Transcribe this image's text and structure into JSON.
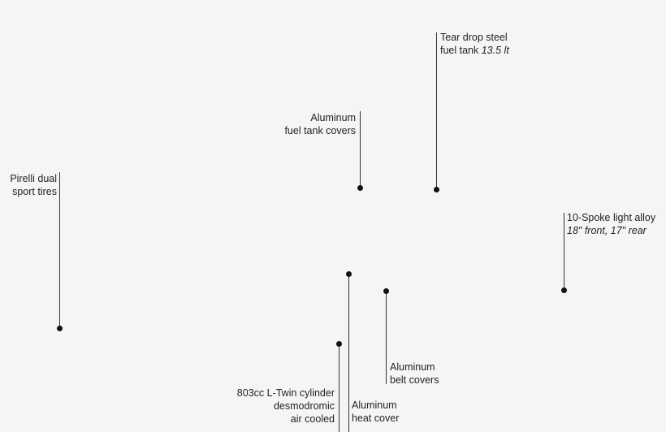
{
  "callouts": {
    "tank": {
      "line1": "Tear drop steel",
      "line2_text": "fuel tank ",
      "line2_italic": "13.5 lt"
    },
    "covers": {
      "line1": "Aluminum",
      "line2": "fuel tank covers"
    },
    "tires": {
      "line1": "Pirelli dual",
      "line2": "sport tires"
    },
    "wheels": {
      "line1": "10-Spoke light alloy",
      "line2_italic": "18\" front, 17\" rear"
    },
    "belt": {
      "line1": "Aluminum",
      "line2": "belt covers"
    },
    "engine": {
      "line1": "803cc L-Twin cylinder",
      "line2": "desmodromic",
      "line3": "air cooled"
    },
    "heat": {
      "line1": "Aluminum",
      "line2": "heat cover"
    }
  }
}
